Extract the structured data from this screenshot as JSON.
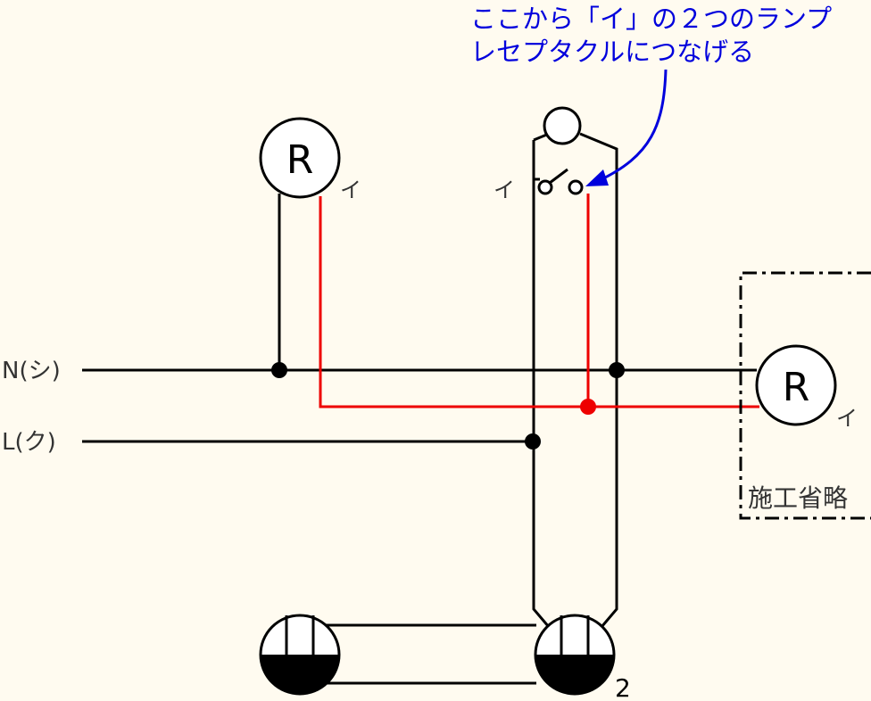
{
  "annotation": {
    "line1": "ここから「イ」の２つのランプ",
    "line2": "レセプタクルにつなげる"
  },
  "terminals": {
    "neutral": "N(シ)",
    "live": "L(ク)"
  },
  "lamp_top": {
    "symbol": "R",
    "tag": "イ"
  },
  "lamp_right": {
    "symbol": "R",
    "tag": "イ"
  },
  "switch": {
    "tag": "イ"
  },
  "omitted_area_label": "施工省略",
  "outlet_count": "2",
  "colors": {
    "wire": "#000000",
    "switched_wire": "#ee0000",
    "annotation": "#0000dd",
    "background": "#fffbf0"
  }
}
